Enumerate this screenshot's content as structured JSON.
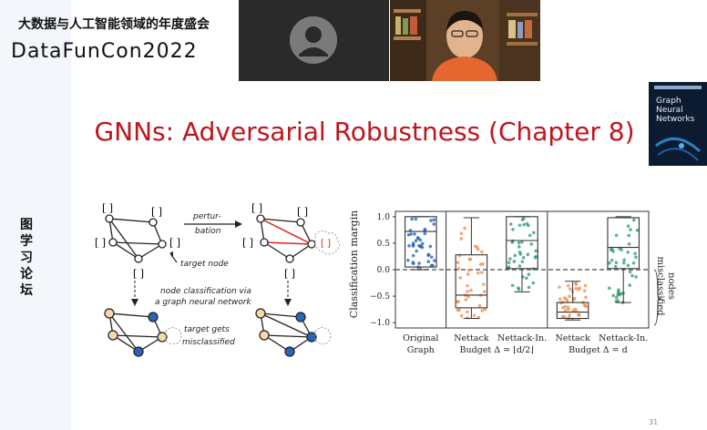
{
  "header": {
    "event_title": "大数据与人工智能领域的年度盛会",
    "event_name": "DataFunCon2022"
  },
  "side_title": [
    "图",
    "学",
    "习",
    "论",
    "坛"
  ],
  "slide": {
    "title": "GNNs: Adversarial Robustness (Chapter 8)",
    "page_number": "31"
  },
  "book": {
    "title": "Graph Neural Networks"
  },
  "diagram": {
    "bracket": "[ ]",
    "perturbation": [
      "pertur-",
      "bation"
    ],
    "target_node": "target node",
    "node_classification": [
      "node classification via",
      "a graph neural network"
    ],
    "target_misclassified": [
      "target gets",
      "misclassified"
    ]
  },
  "chart_data": {
    "type": "box",
    "ylabel": "Classification margin",
    "ylim": [
      -1.1,
      1.1
    ],
    "yticks": [
      "1.0",
      "0.5",
      "0.0",
      "−0.5",
      "−1.0"
    ],
    "categories": [
      [
        "Original",
        "Graph"
      ],
      [
        "Nettack",
        ""
      ],
      [
        "Nettack-In.",
        ""
      ],
      [
        "Nettack",
        ""
      ],
      [
        "Nettack-In.",
        ""
      ]
    ],
    "group_labels": [
      "Budget Δ = ⌊d/2⌋",
      "Budget Δ = d"
    ],
    "side_note": [
      "misclassified",
      "nodes"
    ],
    "series": [
      {
        "box": {
          "q1": 0.05,
          "median": 0.72,
          "q3": 1.0,
          "min": 0.0,
          "max": 1.0
        },
        "color": "#1f5fae"
      },
      {
        "box": {
          "q1": -0.72,
          "median": -0.48,
          "q3": 0.28,
          "min": -0.92,
          "max": 0.98
        },
        "color": "#f08a4b"
      },
      {
        "box": {
          "q1": 0.02,
          "median": 0.55,
          "q3": 1.0,
          "min": -0.42,
          "max": 1.0
        },
        "color": "#2a9a6a"
      },
      {
        "box": {
          "q1": -0.92,
          "median": -0.8,
          "q3": -0.62,
          "min": -0.95,
          "max": -0.22
        },
        "color": "#f08a4b"
      },
      {
        "box": {
          "q1": 0.02,
          "median": 0.42,
          "q3": 0.98,
          "min": -0.62,
          "max": 1.0
        },
        "color": "#2a9a6a"
      }
    ]
  },
  "colors": {
    "title_red": "#c0141c"
  }
}
